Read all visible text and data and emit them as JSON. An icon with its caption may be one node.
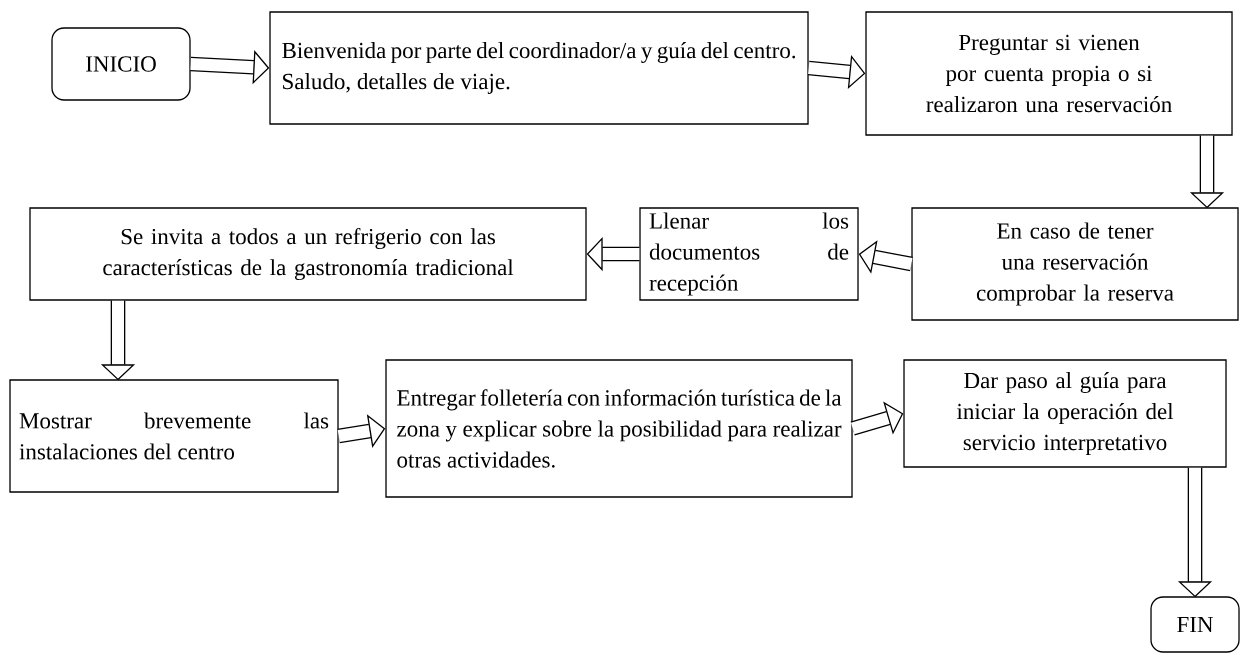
{
  "diagram": {
    "nodes": [
      {
        "text": [
          "INICIO"
        ]
      },
      {
        "text": [
          "Bienvenida por parte del coordinador/a y guía del centro. Saludo, detalles de viaje."
        ]
      },
      {
        "text": [
          "Preguntar si vienen por cuenta propia o si realizaron una reservación"
        ]
      },
      {
        "text": [
          "En caso de tener una reservación comprobar la reserva"
        ]
      },
      {
        "text": [
          "Llenar los documentos de recepción"
        ]
      },
      {
        "text": [
          "Se invita a todos a un refrigerio con las características de la gastronomía tradicional"
        ]
      },
      {
        "text": [
          "Mostrar brevemente las instalaciones del centro"
        ]
      },
      {
        "text": [
          "Entregar folletería con información turística de la zona y explicar sobre la posibilidad para realizar otras actividades."
        ]
      },
      {
        "text": [
          "Dar paso al guía para iniciar la operación del servicio interpretativo"
        ]
      },
      {
        "text": [
          "FIN"
        ]
      }
    ],
    "edges": [
      {
        "from": 0,
        "to": 1,
        "arrow": "to"
      },
      {
        "from": 1,
        "to": 2,
        "arrow": "to"
      },
      {
        "from": 2,
        "to": 3,
        "arrow": "to"
      },
      {
        "from": 3,
        "to": 4,
        "arrow": "to"
      },
      {
        "from": 4,
        "to": 5,
        "arrow": "to"
      },
      {
        "from": 5,
        "to": 6,
        "arrow": "to"
      },
      {
        "from": 6,
        "to": 7,
        "arrow": "to"
      },
      {
        "from": 7,
        "to": 8,
        "arrow": "to"
      },
      {
        "from": 8,
        "to": 9,
        "arrow": "to"
      }
    ]
  }
}
